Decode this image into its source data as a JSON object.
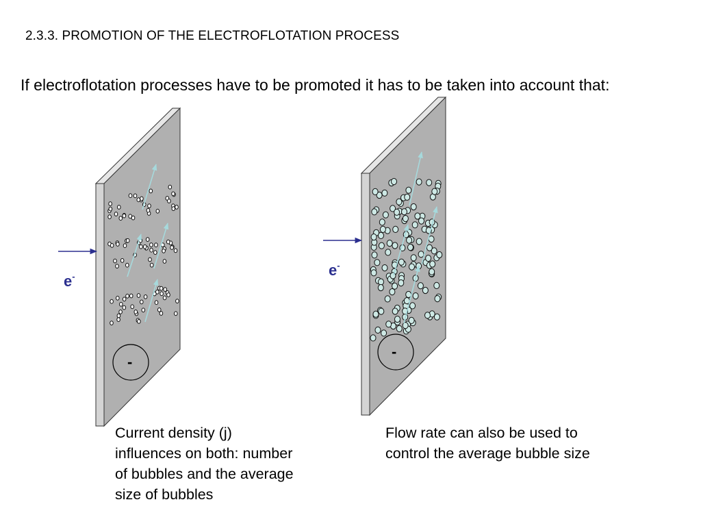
{
  "heading": "2.3.3. PROMOTION OF THE ELECTROFLOTATION PROCESS",
  "intro": "If electroflotation processes have to be promoted it has to be taken into account that:",
  "panels": [
    {
      "electron_label": "e",
      "electron_sup": "-",
      "terminal_sign": "-",
      "caption_lines": [
        "Current density (j)",
        "influences on both: number",
        "of bubbles and the average",
        "size of bubbles"
      ]
    },
    {
      "electron_label": "e",
      "electron_sup": "-",
      "terminal_sign": "-",
      "caption_lines": [
        "Flow rate can also be used to",
        "control the average bubble size"
      ]
    }
  ],
  "colors": {
    "plate_face": "#b0b0b0",
    "plate_edge": "#d4d4d4",
    "bubble_small_fill": "#ffffff",
    "bubble_large_fill": "#cde8e4",
    "arrow": "#2b2f8f",
    "flow_arrow": "#a6d9dc"
  }
}
